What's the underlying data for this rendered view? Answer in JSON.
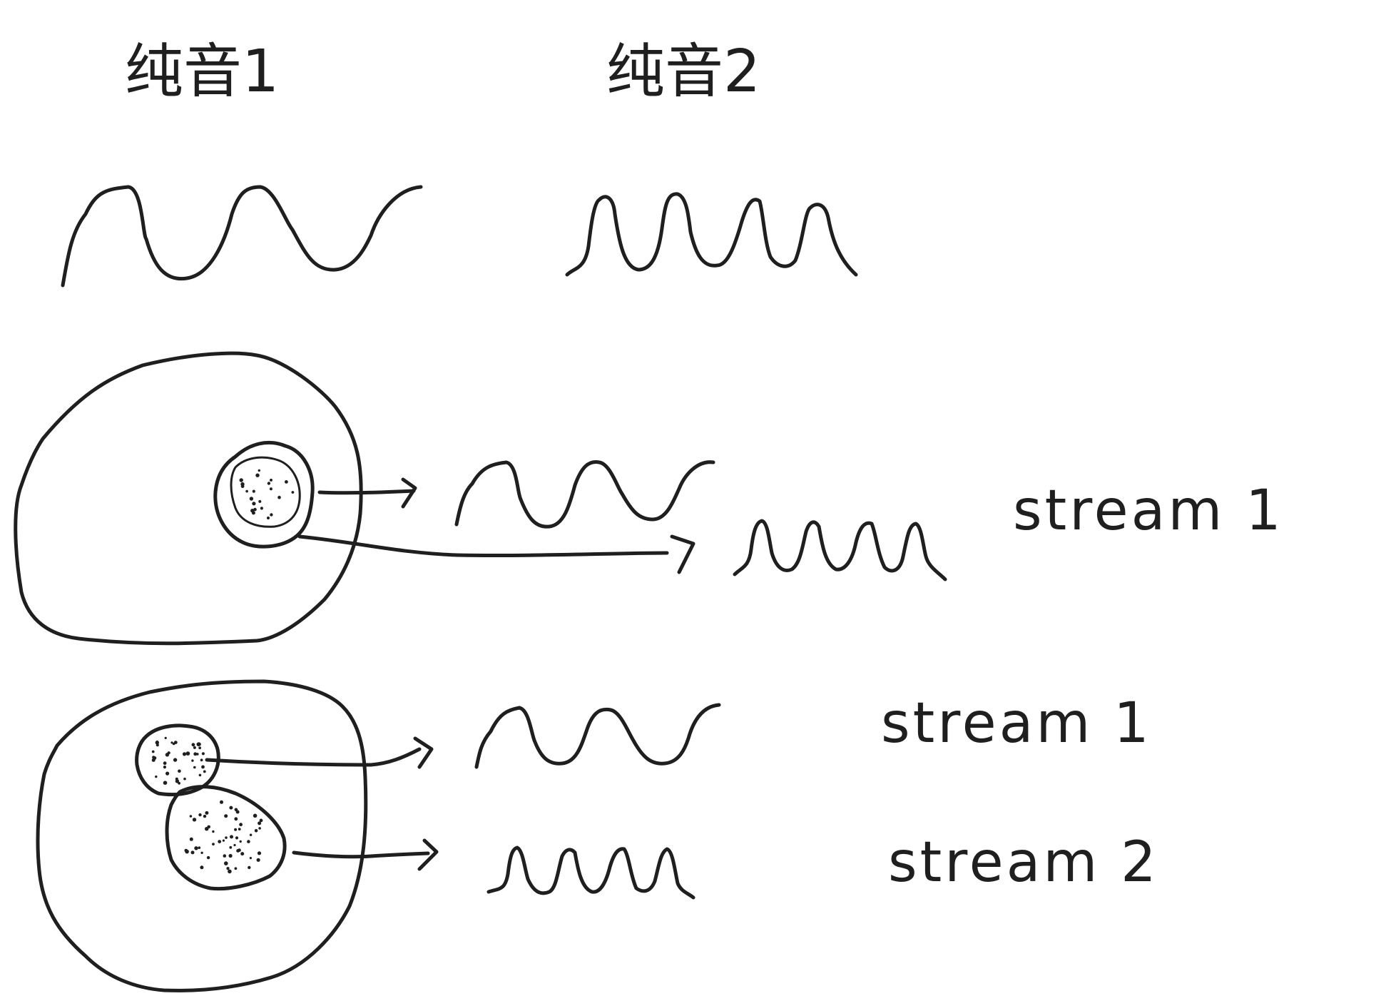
{
  "labels": {
    "tone1": "纯音1",
    "tone2": "纯音2"
  },
  "scene1": {
    "stream_label": "stream 1"
  },
  "scene2": {
    "stream1_label": "stream 1",
    "stream2_label": "stream 2"
  },
  "ink_color": "#1f1f1f"
}
